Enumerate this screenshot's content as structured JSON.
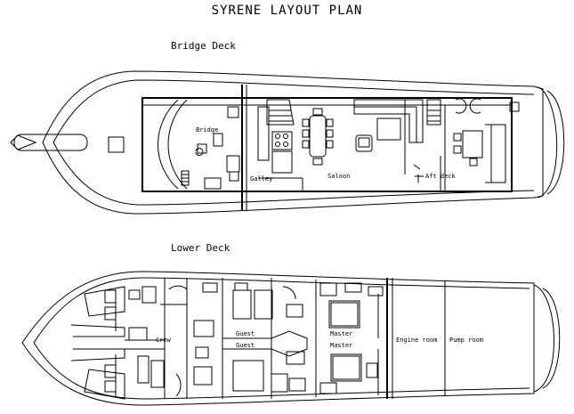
{
  "title": "SYRENE LAYOUT PLAN",
  "bridge_deck": {
    "title": "Bridge Deck",
    "labels": {
      "bridge": "Bridge",
      "galley": "Galley",
      "saloon": "Saloon",
      "aft_deck": "Aft deck"
    }
  },
  "lower_deck": {
    "title": "Lower Deck",
    "labels": {
      "crew": "Crew",
      "guest_upper": "Guest",
      "guest_lower": "Guest",
      "master_upper": "Master",
      "master_lower": "Master",
      "engine_room": "Engine room",
      "pump_room": "Pump room"
    }
  }
}
